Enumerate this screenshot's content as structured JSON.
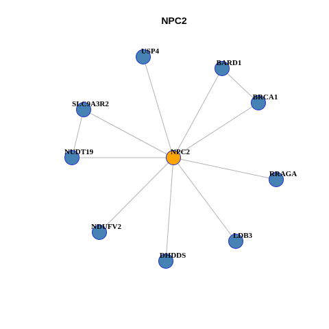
{
  "title": "NPC2",
  "colors": {
    "center_fill": "#ffa500",
    "node_fill": "#4682b4",
    "node_stroke": "#1f2bd0",
    "edge": "#b3b3b3"
  },
  "nodes": [
    {
      "id": "NPC2",
      "label": "NPC2",
      "center": true
    },
    {
      "id": "USP4",
      "label": "USP4"
    },
    {
      "id": "BARD1",
      "label": "BARD1"
    },
    {
      "id": "BRCA1",
      "label": "BRCA1"
    },
    {
      "id": "SLC9A3R2",
      "label": "SLC9A3R2"
    },
    {
      "id": "NUDT19",
      "label": "NUDT19"
    },
    {
      "id": "RRAGA",
      "label": "RRAGA"
    },
    {
      "id": "NDUFV2",
      "label": "NDUFV2"
    },
    {
      "id": "LDB3",
      "label": "LDB3"
    },
    {
      "id": "DHDDS",
      "label": "DHDDS"
    }
  ],
  "edges": [
    [
      "NPC2",
      "USP4"
    ],
    [
      "NPC2",
      "BARD1"
    ],
    [
      "NPC2",
      "BRCA1"
    ],
    [
      "NPC2",
      "SLC9A3R2"
    ],
    [
      "NPC2",
      "NUDT19"
    ],
    [
      "NPC2",
      "RRAGA"
    ],
    [
      "NPC2",
      "NDUFV2"
    ],
    [
      "NPC2",
      "LDB3"
    ],
    [
      "NPC2",
      "DHDDS"
    ],
    [
      "BARD1",
      "BRCA1"
    ],
    [
      "SLC9A3R2",
      "NUDT19"
    ]
  ]
}
